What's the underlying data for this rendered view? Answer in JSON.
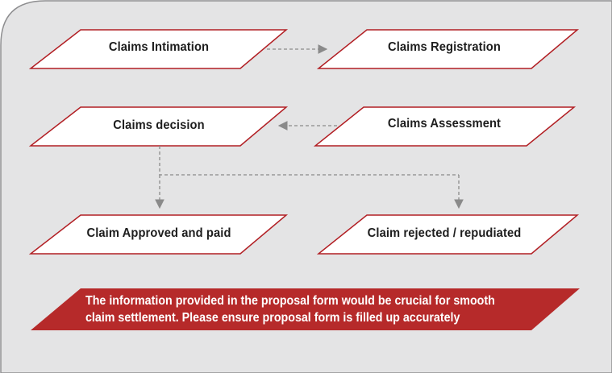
{
  "nodes": {
    "intimation": "Claims Intimation",
    "registration": "Claims Registration",
    "decision": "Claims decision",
    "assessment": "Claims Assessment",
    "approved": "Claim Approved and paid",
    "rejected": "Claim rejected / repudiated"
  },
  "note": {
    "line1": "The information provided in the proposal form would be crucial for smooth",
    "line2": "claim settlement. Please ensure proposal form is filled up accurately"
  },
  "colors": {
    "panel_fill": "#e4e4e5",
    "panel_stroke": "#8e8e90",
    "node_border": "#b21f24",
    "note_fill": "#b62a2a",
    "arrow": "#8a8a8a"
  }
}
